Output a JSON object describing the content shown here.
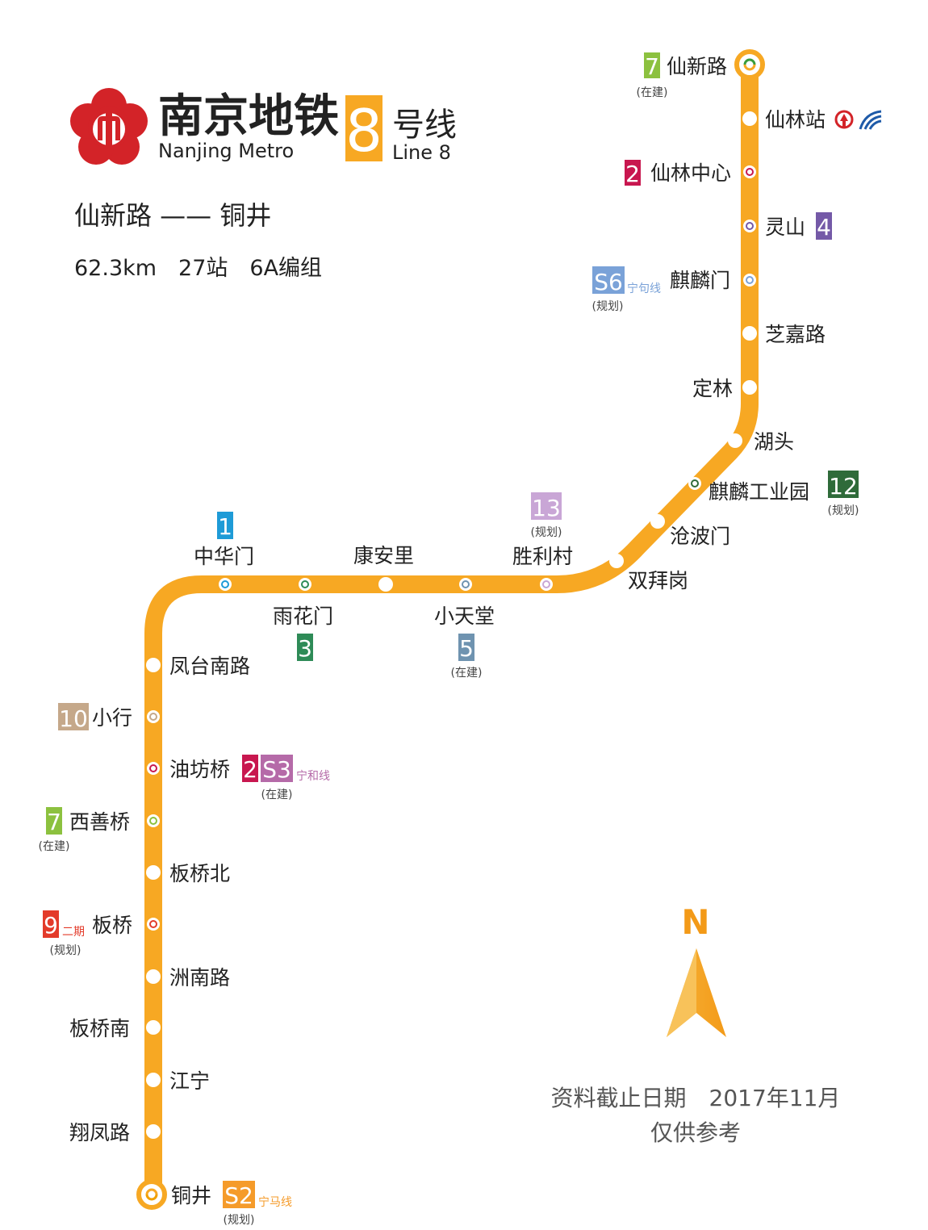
{
  "header": {
    "title_cn": "南京地铁",
    "title_en": "Nanjing Metro",
    "line_number": "8",
    "line_label_cn": "号线",
    "line_label_en": "Line 8",
    "route": "仙新路 —— 铜井",
    "stats": "62.3km　27站　6A编组"
  },
  "colors": {
    "line8": "#F7A823",
    "brand_red": "#D32328",
    "line1": "#1E9BD7",
    "line2": "#C8174F",
    "line3": "#2E8B57",
    "line4": "#7459A7",
    "line5": "#6F93B0",
    "line7": "#8CC13F",
    "line9": "#E33B2A",
    "line10": "#C5A88A",
    "line12": "#2F6B3A",
    "line13": "#C9A6D6",
    "lineS2": "#F59B2A",
    "lineS3": "#B56AA8",
    "lineS6": "#7AA2D8"
  },
  "stations": [
    {
      "name": "仙新路",
      "terminal": true
    },
    {
      "name": "仙林站"
    },
    {
      "name": "仙林中心"
    },
    {
      "name": "灵山"
    },
    {
      "name": "麒麟门"
    },
    {
      "name": "芝嘉路"
    },
    {
      "name": "定林"
    },
    {
      "name": "湖头"
    },
    {
      "name": "麒麟工业园"
    },
    {
      "name": "沧波门"
    },
    {
      "name": "双拜岗"
    },
    {
      "name": "胜利村"
    },
    {
      "name": "小天堂"
    },
    {
      "name": "康安里"
    },
    {
      "name": "雨花门"
    },
    {
      "name": "中华门"
    },
    {
      "name": "凤台南路"
    },
    {
      "name": "小行"
    },
    {
      "name": "油坊桥"
    },
    {
      "name": "西善桥"
    },
    {
      "name": "板桥北"
    },
    {
      "name": "板桥"
    },
    {
      "name": "洲南路"
    },
    {
      "name": "板桥南"
    },
    {
      "name": "江宁"
    },
    {
      "name": "翔凤路"
    },
    {
      "name": "铜井",
      "terminal": true
    }
  ],
  "transfers": [
    {
      "line": "7",
      "note": "(在建)",
      "color_key": "line7"
    },
    {
      "line": "2",
      "color_key": "line2"
    },
    {
      "line": "4",
      "color_key": "line4"
    },
    {
      "line": "S6",
      "subtitle": "宁句线",
      "note": "(规划)",
      "color_key": "lineS6"
    },
    {
      "line": "12",
      "note": "(规划)",
      "color_key": "line12"
    },
    {
      "line": "13",
      "note": "(规划)",
      "color_key": "line13"
    },
    {
      "line": "1",
      "color_key": "line1"
    },
    {
      "line": "3",
      "color_key": "line3"
    },
    {
      "line": "5",
      "note": "(在建)",
      "color_key": "line5"
    },
    {
      "line": "10",
      "color_key": "line10"
    },
    {
      "line": "2",
      "color_key": "line2"
    },
    {
      "line": "S3",
      "subtitle": "宁和线",
      "note": "(在建)",
      "color_key": "lineS3"
    },
    {
      "line": "7",
      "note": "(在建)",
      "color_key": "line7"
    },
    {
      "line": "9",
      "subtitle": "二期",
      "note": "(规划)",
      "color_key": "line9"
    },
    {
      "line": "S2",
      "subtitle": "宁马线",
      "note": "(规划)",
      "color_key": "lineS2"
    }
  ],
  "compass": {
    "label": "N"
  },
  "footer": {
    "date_note": "资料截止日期　2017年11月",
    "disclaimer": "仅供参考"
  }
}
